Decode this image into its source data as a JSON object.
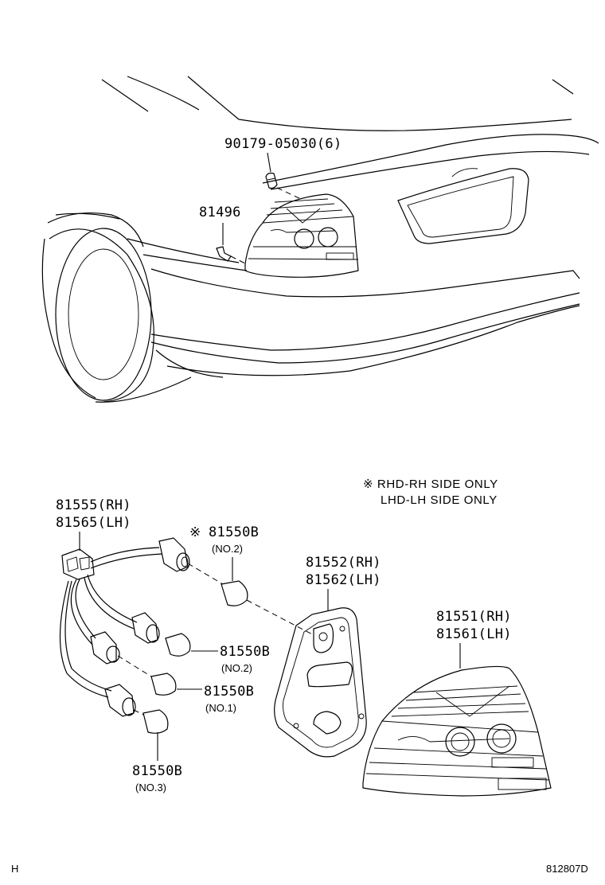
{
  "diagram": {
    "callouts": {
      "clip": "90179-05030(6)",
      "fastener": "81496",
      "socket_rh": "81555(RH)",
      "socket_lh": "81565(LH)",
      "note_mark": "※",
      "bulb_top": "81550B",
      "bulb_top_sub": "(NO.2)",
      "bulb_mid": "81550B",
      "bulb_mid_sub": "(NO.2)",
      "bulb_low": "81550B",
      "bulb_low_sub": "(NO.1)",
      "bulb_bottom": "81550B",
      "bulb_bottom_sub": "(NO.3)",
      "gasket_rh": "81552(RH)",
      "gasket_lh": "81562(LH)",
      "lamp_rh": "81551(RH)",
      "lamp_lh": "81561(LH)"
    },
    "note": {
      "line1": "※ RHD-RH SIDE ONLY",
      "line2": "LHD-LH SIDE ONLY"
    },
    "footer": {
      "left": "H",
      "right": "812807D"
    }
  }
}
